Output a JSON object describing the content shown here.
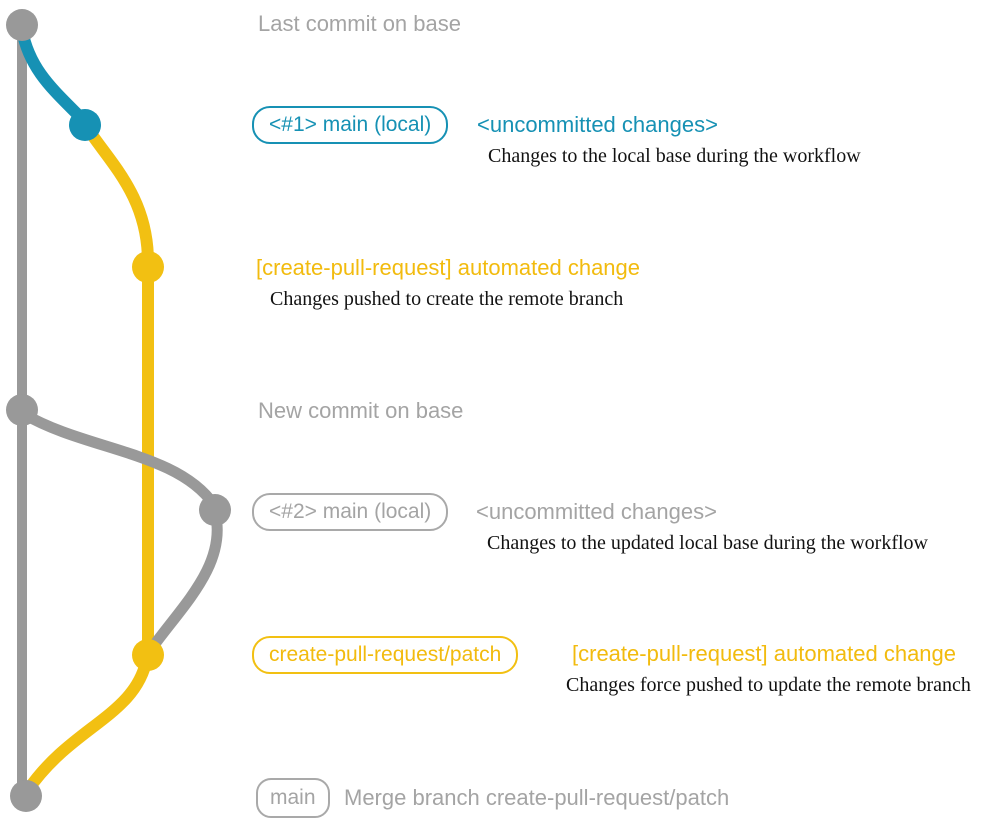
{
  "palette": {
    "teal": "#1691b4",
    "yellow_line": "#f2c012",
    "yellow_text": "#f2bb0e",
    "gray_line": "#999999",
    "gray_text": "#a4a4a4",
    "note_text": "#121212"
  },
  "labels": {
    "last_commit": "Last commit on base",
    "new_commit": "New commit on base"
  },
  "branch1": {
    "pill": "<#1> main (local)",
    "status": "<uncommitted changes>",
    "note": "Changes to the local base during the workflow"
  },
  "push1": {
    "title": "[create-pull-request] automated change",
    "note": "Changes pushed to create the remote branch"
  },
  "branch2": {
    "pill": "<#2> main (local)",
    "status": "<uncommitted changes>",
    "note": "Changes to the updated local base during the workflow"
  },
  "push2": {
    "pill": "create-pull-request/patch",
    "title": "[create-pull-request] automated change",
    "note": "Changes force pushed to update the remote branch"
  },
  "merge": {
    "pill": "main",
    "text": "Merge branch create-pull-request/patch"
  }
}
